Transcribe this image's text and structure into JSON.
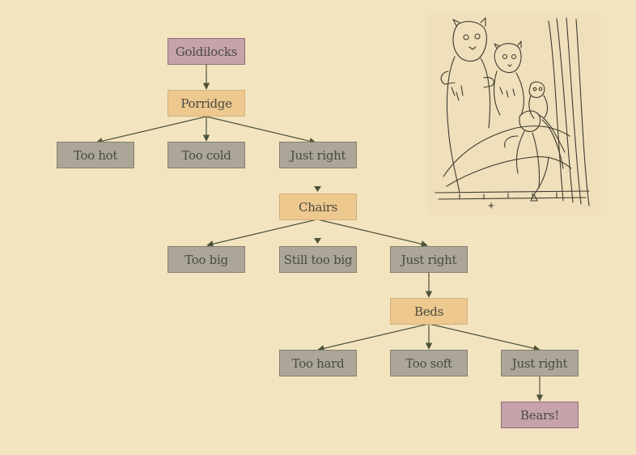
{
  "tree": {
    "goldilocks": "Goldilocks",
    "porridge": "Porridge",
    "porridge_options": [
      "Too hot",
      "Too cold",
      "Just right"
    ],
    "chairs": "Chairs",
    "chairs_options": [
      "Too big",
      "Still too big",
      "Just right"
    ],
    "beds": "Beds",
    "beds_options": [
      "Too hard",
      "Too soft",
      "Just right"
    ],
    "ending": "Bears!"
  },
  "colors": {
    "background": "#f3e4c0",
    "option_box": "#aba698",
    "category_box": "#edc88f",
    "endpoint_box": "#c6a2ab",
    "arrow": "#4d5338"
  },
  "illustration": {
    "subject": "three-bears-and-goldilocks-engraving"
  }
}
